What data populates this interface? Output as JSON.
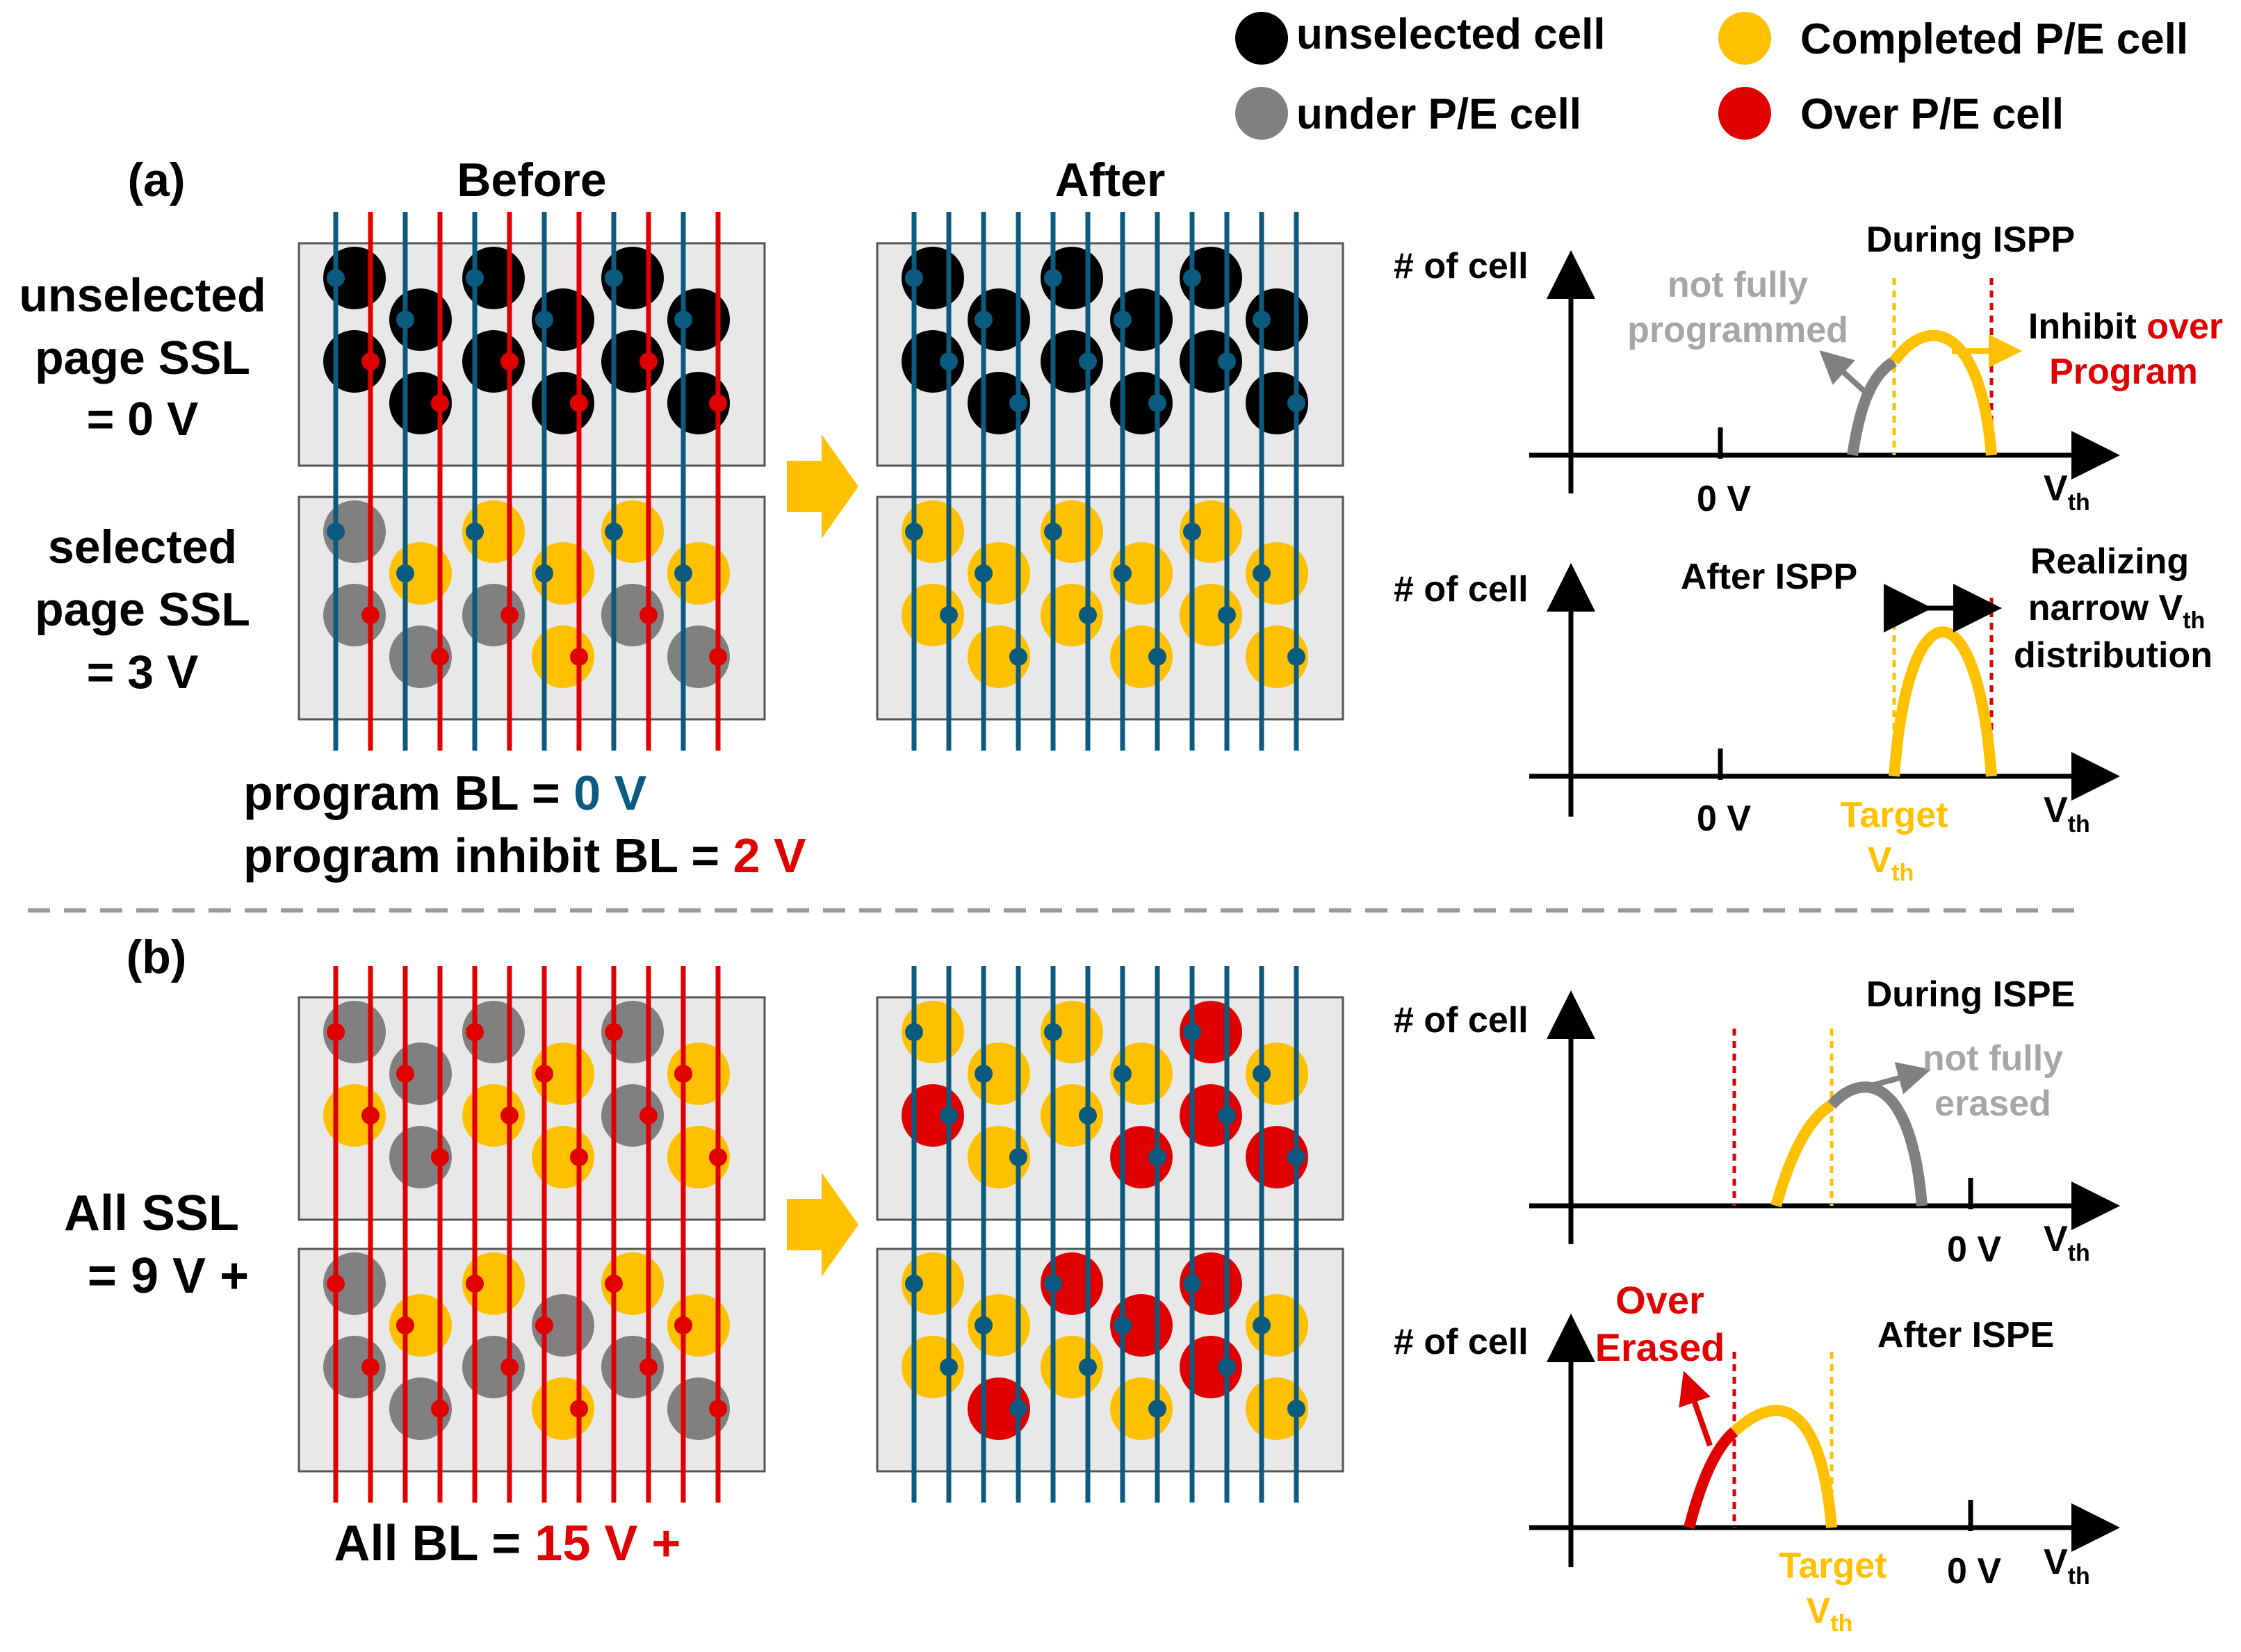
{
  "colors": {
    "unselected": "#000000",
    "under": "#808080",
    "completed": "#FFC000",
    "over": "#E00000",
    "blue_bl": "#0B5A80",
    "red_bl": "#E00000",
    "panel_fill": "#E8E8E8",
    "arrow_fill": "#FFC000",
    "separator": "#999999"
  },
  "legend": {
    "unselected": "unselected cell",
    "under": "under P/E cell",
    "completed": "Completed P/E cell",
    "over": "Over P/E cell"
  },
  "section_a": {
    "label": "(a)",
    "before": "Before",
    "after": "After",
    "unselected_ssl": [
      "unselected",
      "page SSL",
      "= 0 V"
    ],
    "selected_ssl": [
      "selected",
      "page SSL",
      "= 3 V"
    ],
    "program_bl_prefix": "program BL = ",
    "program_bl_value": "0 V",
    "inhibit_bl_prefix": "program inhibit BL = ",
    "inhibit_bl_value": "2 V",
    "before_top_cells": [
      "unselected",
      "unselected",
      "unselected",
      "unselected",
      "unselected",
      "unselected",
      "unselected",
      "unselected",
      "unselected",
      "unselected",
      "unselected",
      "unselected"
    ],
    "before_bottom_cells": [
      "under",
      "under",
      "completed",
      "under",
      "completed",
      "under",
      "completed",
      "completed",
      "completed",
      "under",
      "completed",
      "under"
    ],
    "after_top_cells": [
      "unselected",
      "unselected",
      "unselected",
      "unselected",
      "unselected",
      "unselected",
      "unselected",
      "unselected",
      "unselected",
      "unselected",
      "unselected",
      "unselected"
    ],
    "after_bottom_cells": [
      "completed",
      "completed",
      "completed",
      "completed",
      "completed",
      "completed",
      "completed",
      "completed",
      "completed",
      "completed",
      "completed",
      "completed"
    ]
  },
  "section_b": {
    "label": "(b)",
    "all_ssl": [
      "All SSL",
      "= 9 V +"
    ],
    "all_bl_prefix": "All BL = ",
    "all_bl_value": "15 V +",
    "before_top_cells": [
      "under",
      "completed",
      "under",
      "under",
      "under",
      "completed",
      "completed",
      "completed",
      "under",
      "under",
      "completed",
      "completed"
    ],
    "before_bottom_cells": [
      "under",
      "under",
      "completed",
      "under",
      "completed",
      "under",
      "under",
      "completed",
      "completed",
      "under",
      "completed",
      "under"
    ],
    "after_top_cells": [
      "completed",
      "over",
      "completed",
      "completed",
      "completed",
      "completed",
      "completed",
      "over",
      "over",
      "over",
      "completed",
      "over"
    ],
    "after_bottom_cells": [
      "completed",
      "completed",
      "completed",
      "over",
      "over",
      "completed",
      "over",
      "completed",
      "over",
      "over",
      "completed",
      "completed"
    ]
  },
  "graphs": {
    "y_label": "# of cell",
    "x_label_main": "V",
    "x_label_sub": "th",
    "zero_label": "0 V",
    "during_ispp": "During ISPP",
    "not_fully_programmed": [
      "not fully",
      "programmed"
    ],
    "inhibit_prefix": "Inhibit ",
    "inhibit_over": "over",
    "inhibit_program": "Program",
    "after_ispp": "After ISPP",
    "realizing": [
      "Realizing",
      "narrow V",
      "distribution"
    ],
    "realizing_sub": "th",
    "target_main": "Target",
    "target_sub_main": "V",
    "target_sub": "th",
    "during_ispe": "During ISPE",
    "not_fully_erased": [
      "not fully",
      "erased"
    ],
    "after_ispe": "After ISPE",
    "over_erased": [
      "Over",
      "Erased"
    ]
  }
}
